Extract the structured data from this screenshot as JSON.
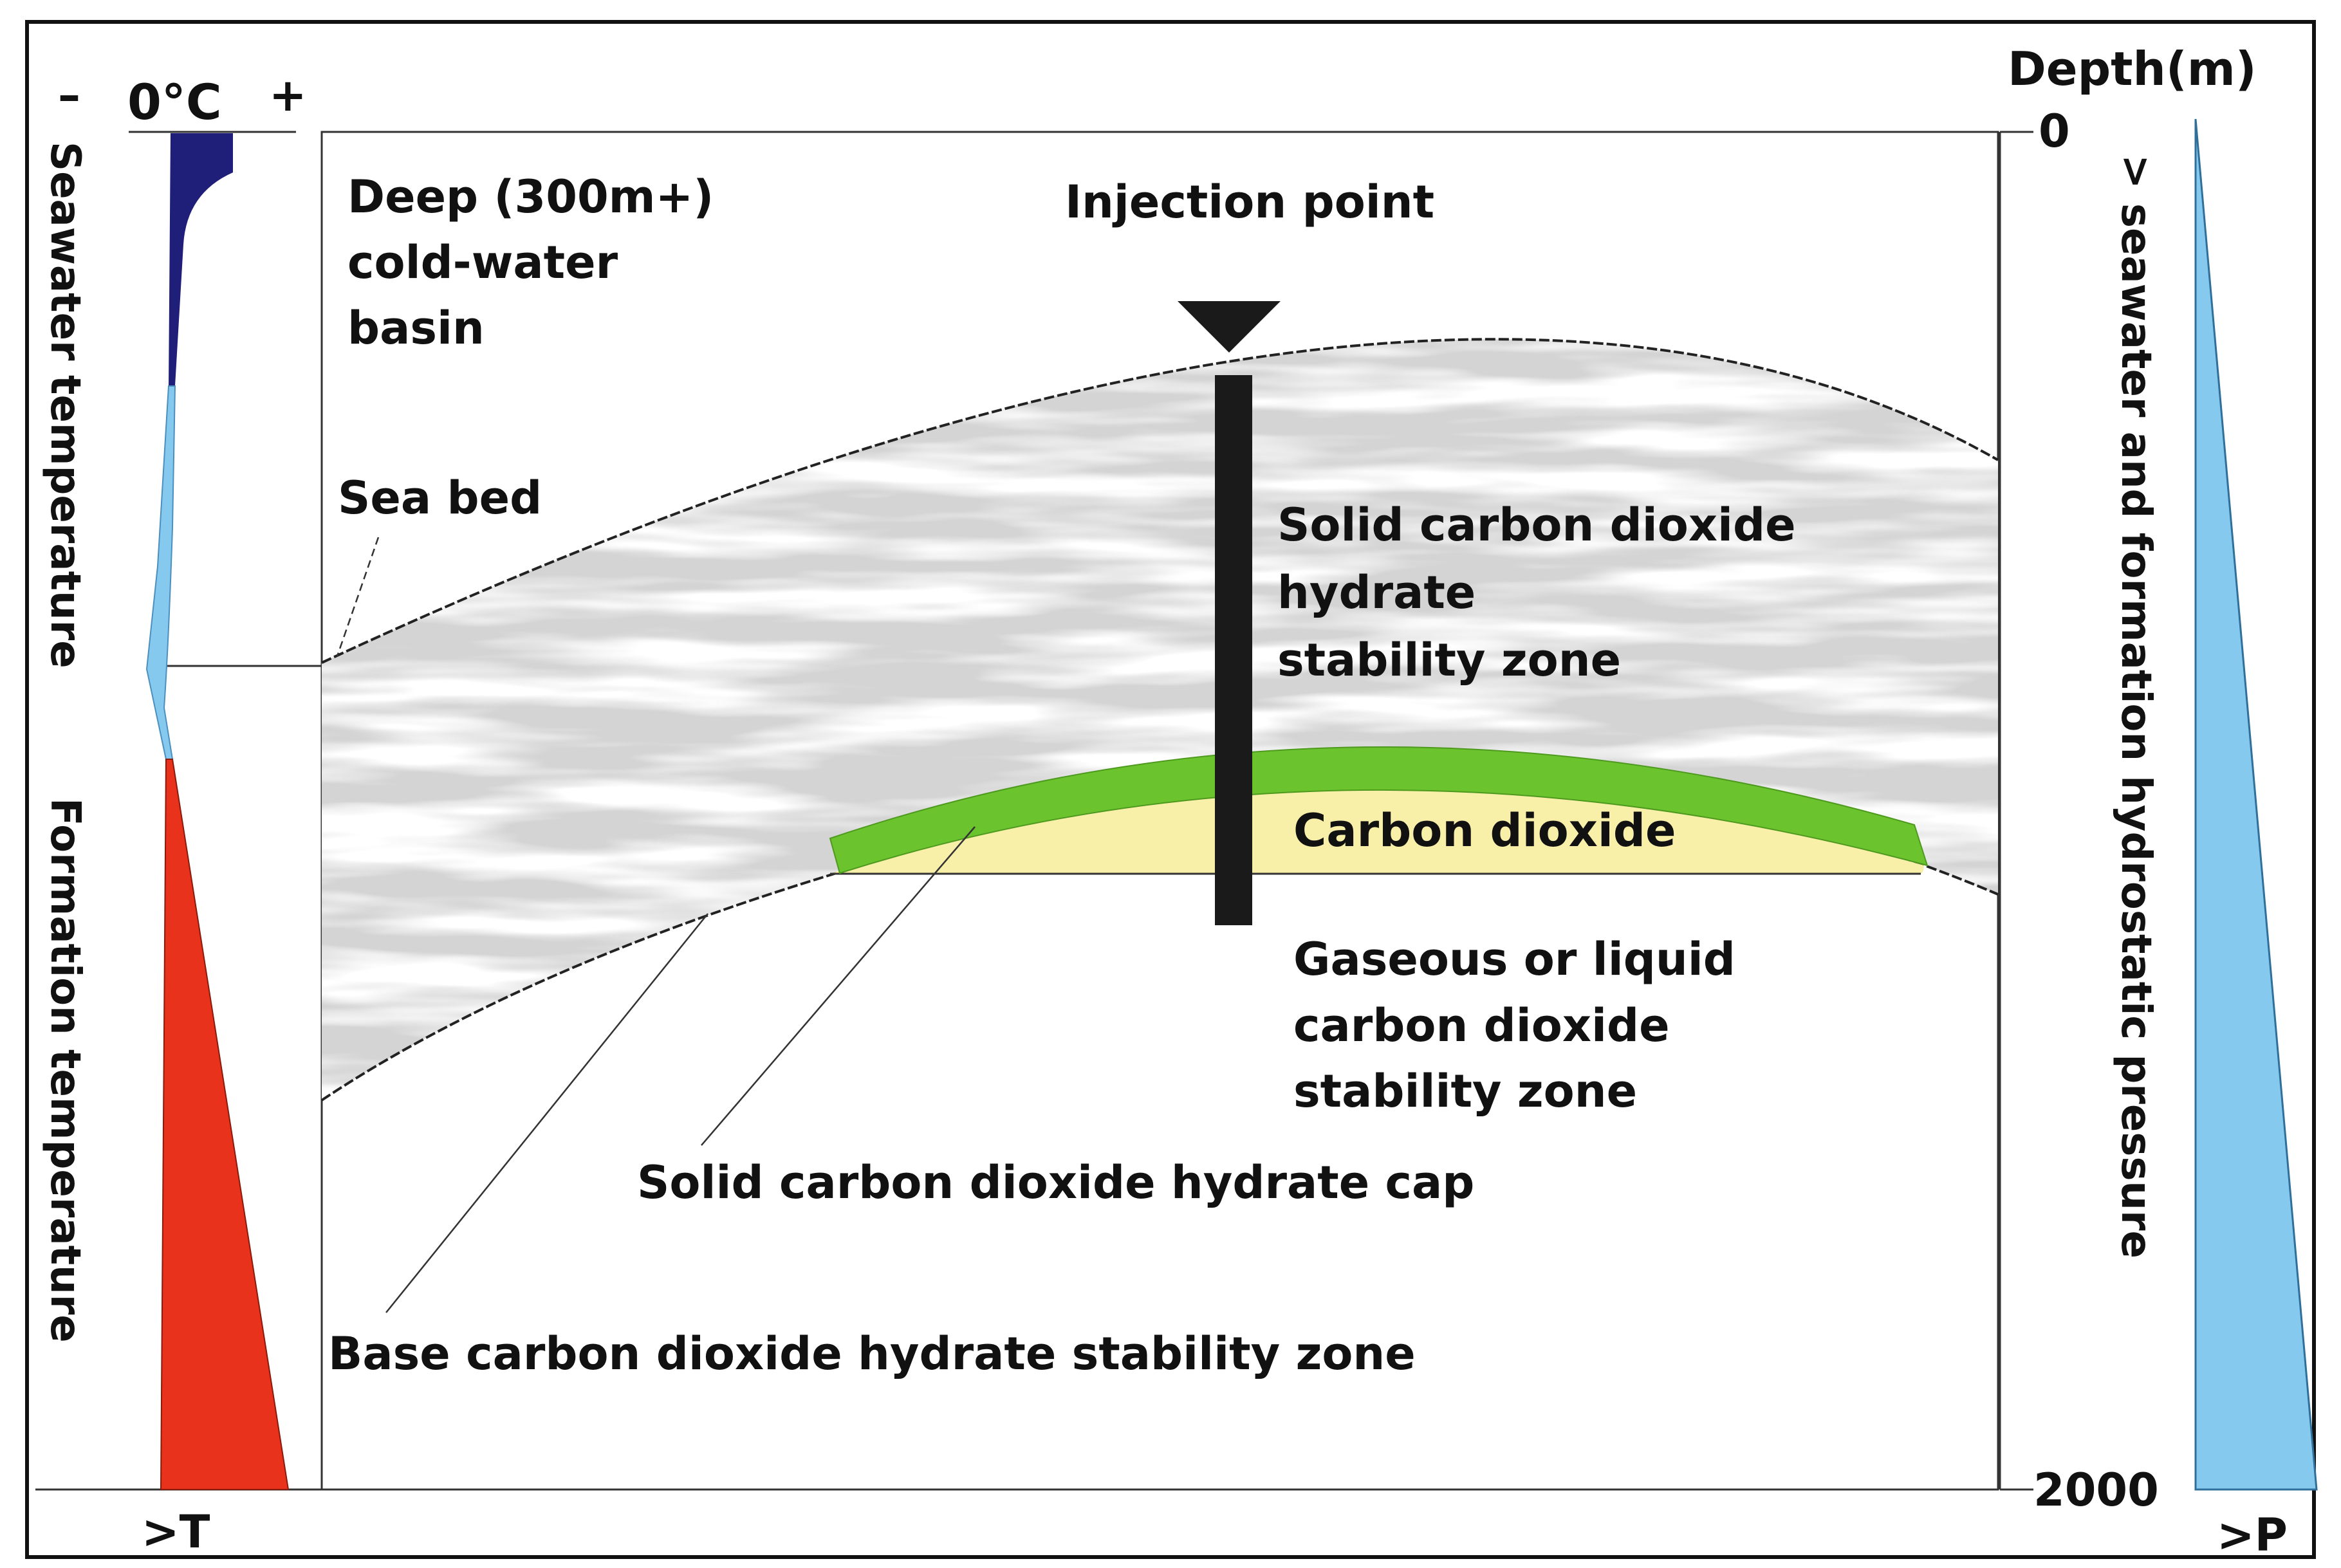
{
  "left_axis": {
    "zero_label": "0°C",
    "minus_sign": "–",
    "plus_sign": "+",
    "bottom_label": ">T",
    "seawater_temperature_label": "Seawater temperature",
    "formation_temperature_label": "Formation  temperature"
  },
  "right_axis": {
    "title": "Depth(m)",
    "top_value": "0",
    "bottom_value": "2000",
    "pressure_label": "> seawater and formation hydrostatic pressure",
    "bottom_label": ">P"
  },
  "labels": {
    "basin": [
      "Deep (300m+)",
      "cold-water",
      "basin"
    ],
    "injection_point": "Injection point",
    "sea_bed": "Sea bed",
    "hydrate_zone": [
      "Solid carbon dioxide",
      "hydrate",
      "stability zone"
    ],
    "carbon_dioxide": "Carbon dioxide",
    "gas_liquid_zone": [
      "Gaseous or liquid",
      "carbon dioxide",
      "stability zone"
    ],
    "hydrate_cap": "Solid carbon dioxide hydrate cap",
    "base_zone": "Base carbon dioxide hydrate stability zone"
  },
  "colors": {
    "seawater_cold": "#1f1f7a",
    "seawater_light": "#86c9ee",
    "formation_temp": "#e8321c",
    "pressure": "#86c9ee",
    "hydrate_zone": "#d2d2d2",
    "hydrate_cap": "#6bc32d",
    "co2_pool": "#f8f0a8",
    "injection_well": "#1a1a1a"
  }
}
